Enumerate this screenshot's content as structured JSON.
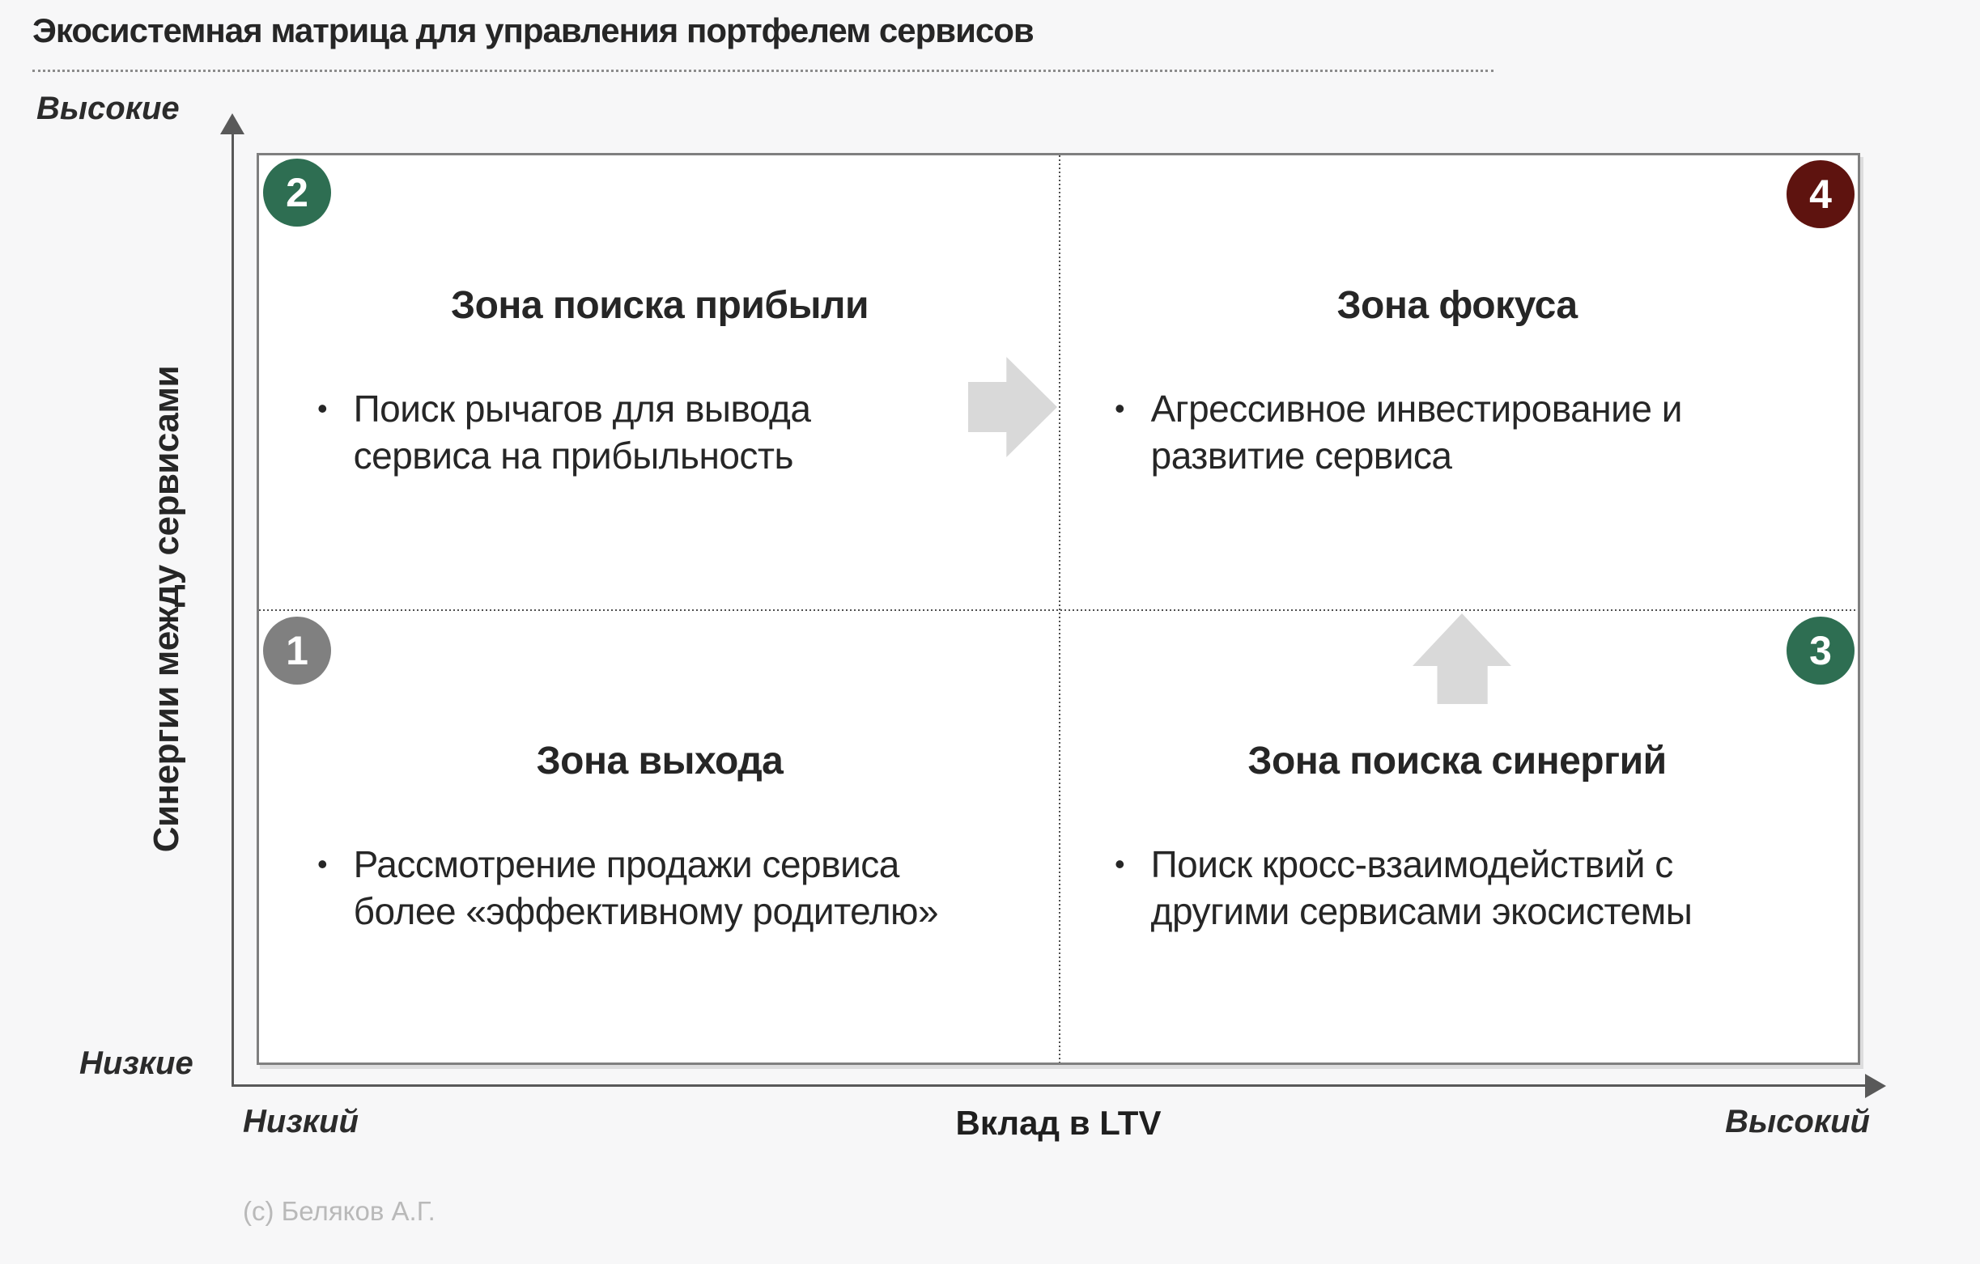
{
  "slide": {
    "title": "Экосистемная матрица для управления портфелем сервисов",
    "copyright": "(с) Беляков А.Г."
  },
  "axes": {
    "y": {
      "label": "Синергии между сервисами",
      "top_label": "Высокие",
      "bottom_label": "Низкие"
    },
    "x": {
      "label": "Вклад в LTV",
      "left_label": "Низкий",
      "right_label": "Высокий"
    }
  },
  "quadrants": {
    "tl": {
      "number": "2",
      "badge_color": "#2E6E52",
      "heading": "Зона поиска прибыли",
      "bullet": "Поиск рычагов для вывода сервиса на прибыльность"
    },
    "tr": {
      "number": "4",
      "badge_color": "#5E130F",
      "heading": "Зона фокуса",
      "bullet": "Агрессивное инвестирование и развитие сервиса"
    },
    "bl": {
      "number": "1",
      "badge_color": "#808080",
      "heading": "Зона выхода",
      "bullet": "Рассмотрение продажи сервиса более «эффективному родителю»"
    },
    "br": {
      "number": "3",
      "badge_color": "#2E6E52",
      "heading": "Зона поиска синергий",
      "bullet": "Поиск кросс-взаимодействий с другими сервисами экосистемы"
    }
  },
  "marker": "•",
  "icons": {
    "arrow_right": "right-arrow",
    "arrow_up": "up-arrow",
    "arrow_color": "#D9D9D9"
  },
  "colors": {
    "background": "#F7F7F8",
    "matrix_border": "#7F7F7F",
    "axis": "#595959",
    "text": "#262626",
    "muted_text": "#B9B9B9",
    "green": "#2E6E52",
    "dark_red": "#5E130F",
    "gray": "#808080"
  }
}
